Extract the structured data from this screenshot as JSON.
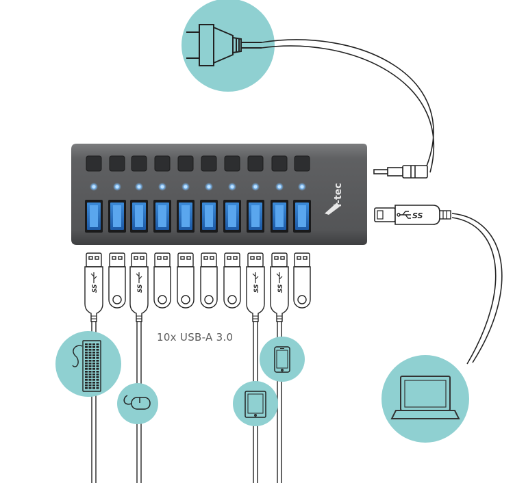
{
  "brand": {
    "logo_text": "i-tec"
  },
  "caption": {
    "text": "10x USB-A 3.0"
  },
  "usb_b_plug": {
    "logo_text": "SS"
  },
  "hub": {
    "port_count": 10
  },
  "plugs": [
    "usb",
    "stick",
    "usb",
    "stick",
    "stick",
    "stick",
    "stick",
    "usb",
    "usb",
    "stick"
  ],
  "devices": [
    {
      "name": "power-adapter",
      "icon": "power-plug-icon"
    },
    {
      "name": "keyboard",
      "icon": "keyboard-icon"
    },
    {
      "name": "mouse",
      "icon": "mouse-icon"
    },
    {
      "name": "tablet",
      "icon": "tablet-icon"
    },
    {
      "name": "phone",
      "icon": "phone-icon"
    },
    {
      "name": "laptop",
      "icon": "laptop-icon"
    }
  ],
  "colors": {
    "teal": "#8fd0d1",
    "hub_body": "#5c5d5f",
    "led": "#6ab7ff",
    "port_blue": "#2a72c4"
  }
}
